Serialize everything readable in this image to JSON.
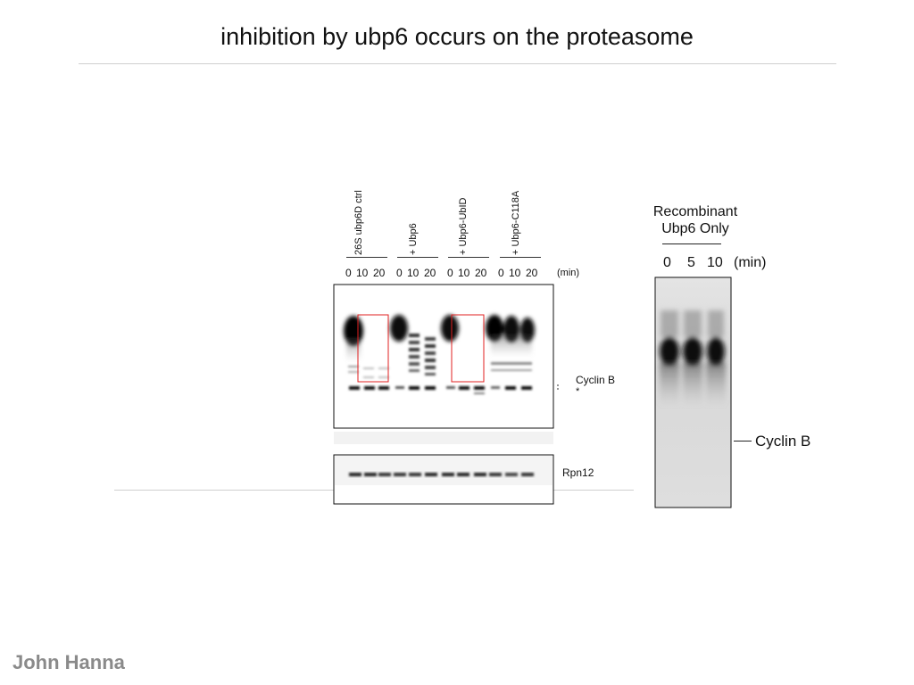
{
  "slide": {
    "title": "inhibition by ubp6 occurs on the proteasome",
    "author": "John Hanna"
  },
  "left_figure": {
    "lane_groups": [
      "26S ubp6D ctrl",
      "+ Ubp6",
      "+ Ubp6-UbID",
      "+ Ubp6-C118A"
    ],
    "timepoints": [
      "0",
      "10",
      "20"
    ],
    "time_unit": "(min)",
    "band_labels": {
      "cyclin": "Cyclin B",
      "asterisk": "*",
      "rpn12": "Rpn12"
    }
  },
  "right_figure": {
    "heading_line1": "Recombinant",
    "heading_line2": "Ubp6 Only",
    "timepoints": [
      "0",
      "5",
      "10"
    ],
    "time_unit": "(min)",
    "band_label": "Cyclin B"
  }
}
